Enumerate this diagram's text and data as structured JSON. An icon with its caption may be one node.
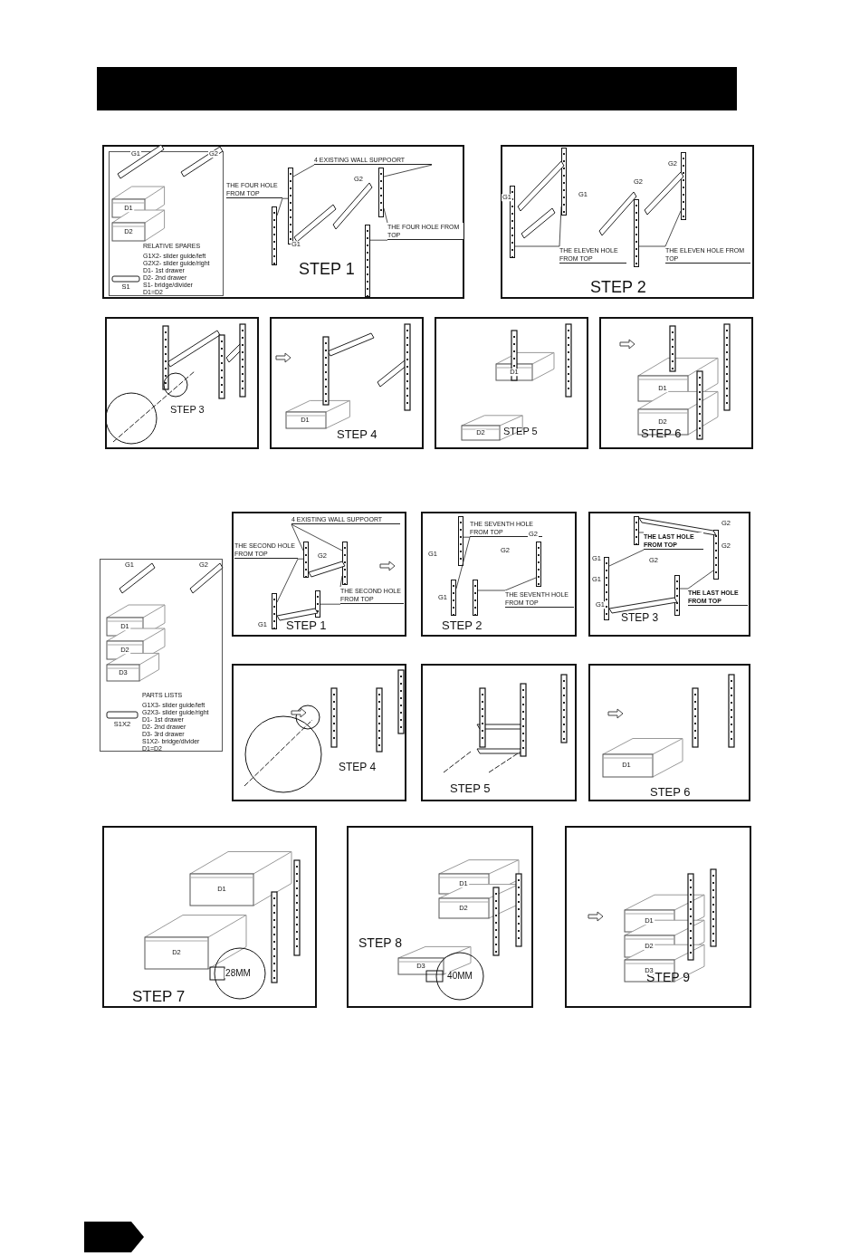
{
  "diagram": {
    "nodes": [
      {
        "text": [
          "STEP 1"
        ]
      },
      {
        "text": [
          "RELATIVE SPARES",
          "G1X2- slider guide/left",
          "G2X2- slider guide/right",
          "D1- 1st drawer",
          "D2- 2nd drawer",
          "S1- bridge/divider",
          "D1=D2"
        ],
        "in": 0
      },
      {
        "text": [
          "4 EXISTING WALL SUPPOORT"
        ],
        "in": 0
      },
      {
        "text": [
          "THE FOUR HOLE FROM TOP"
        ],
        "in": 0
      },
      {
        "text": [
          "THE FOUR HOLE FROM TOP"
        ],
        "in": 0
      },
      {
        "text": [
          "STEP 2"
        ]
      },
      {
        "text": [
          "THE ELEVEN HOLE FROM TOP"
        ],
        "in": 5
      },
      {
        "text": [
          "THE ELEVEN HOLE FROM TOP"
        ],
        "in": 5
      },
      {
        "text": [
          "STEP 3"
        ]
      },
      {
        "text": [
          "STEP 4"
        ]
      },
      {
        "text": [
          "STEP 5"
        ]
      },
      {
        "text": [
          "STEP 6"
        ]
      },
      {
        "text": [
          "PARTS LISTS",
          "G1X3- slider guide/left",
          "G2X3- slider guide/right",
          "D1- 1st drawer",
          "D2- 2nd drawer",
          "D3- 3rd drawer",
          "S1X2- bridge/divider",
          "D1=D2"
        ]
      },
      {
        "text": [
          "STEP 1"
        ]
      },
      {
        "text": [
          "4 EXISTING WALL SUPPOORT"
        ],
        "in": 13
      },
      {
        "text": [
          "THE SECOND HOLE FROM TOP"
        ],
        "in": 13
      },
      {
        "text": [
          "THE SECOND HOLE FROM TOP"
        ],
        "in": 13
      },
      {
        "text": [
          "STEP 2"
        ]
      },
      {
        "text": [
          "THE SEVENTH HOLE FROM TOP"
        ],
        "in": 17
      },
      {
        "text": [
          "THE SEVENTH HOLE FROM TOP"
        ],
        "in": 17
      },
      {
        "text": [
          "STEP 3"
        ]
      },
      {
        "text": [
          "THE LAST HOLE FROM TOP"
        ],
        "in": 20
      },
      {
        "text": [
          "THE LAST HOLE FROM TOP"
        ],
        "in": 20
      },
      {
        "text": [
          "STEP 4"
        ]
      },
      {
        "text": [
          "STEP 5"
        ]
      },
      {
        "text": [
          "STEP 6"
        ]
      },
      {
        "text": [
          "STEP 7"
        ]
      },
      {
        "text": [
          "STEP 8"
        ]
      },
      {
        "text": [
          "STEP 9"
        ]
      },
      {
        "text": [],
        "shape": "bar"
      },
      {
        "text": [],
        "shape": "box"
      },
      {
        "text": [],
        "shape": "bar",
        "in": 0
      },
      {
        "text": [],
        "shape": "bar",
        "in": 0
      },
      {
        "text": [],
        "shape": "bar",
        "in": 0
      },
      {
        "text": [],
        "shape": "bar",
        "in": 0
      },
      {
        "text": [],
        "shape": "bar",
        "in": 5
      },
      {
        "text": [],
        "shape": "bar",
        "in": 5
      },
      {
        "text": [],
        "shape": "bar",
        "in": 5
      },
      {
        "text": [],
        "shape": "bar",
        "in": 5
      },
      {
        "text": [],
        "shape": "bar",
        "in": 13
      },
      {
        "text": [],
        "shape": "bar",
        "in": 13
      },
      {
        "text": [],
        "shape": "bar",
        "in": 13
      },
      {
        "text": [],
        "shape": "bar",
        "in": 13
      },
      {
        "text": [],
        "shape": "bar",
        "in": 17
      },
      {
        "text": [],
        "shape": "bar",
        "in": 17
      },
      {
        "text": [],
        "shape": "bar",
        "in": 17
      },
      {
        "text": [],
        "shape": "bar",
        "in": 17
      },
      {
        "text": [],
        "shape": "bar",
        "in": 20
      },
      {
        "text": [],
        "shape": "bar",
        "in": 20
      },
      {
        "text": [],
        "shape": "bar",
        "in": 20
      },
      {
        "text": [],
        "shape": "bar",
        "in": 20
      }
    ],
    "edges": [
      {
        "from": 2,
        "to": 31,
        "arrow": "none"
      },
      {
        "from": 2,
        "to": 33,
        "arrow": "none"
      },
      {
        "from": 3,
        "to": 31,
        "arrow": "none"
      },
      {
        "from": 3,
        "to": 32,
        "arrow": "none"
      },
      {
        "from": 4,
        "to": 33,
        "arrow": "none"
      },
      {
        "from": 4,
        "to": 34,
        "arrow": "none"
      },
      {
        "from": 6,
        "to": 35,
        "arrow": "none"
      },
      {
        "from": 6,
        "to": 36,
        "arrow": "none"
      },
      {
        "from": 7,
        "to": 37,
        "arrow": "none"
      },
      {
        "from": 7,
        "to": 38,
        "arrow": "none"
      },
      {
        "from": 14,
        "to": 39,
        "arrow": "none"
      },
      {
        "from": 14,
        "to": 41,
        "arrow": "none"
      },
      {
        "from": 15,
        "to": 39,
        "arrow": "none"
      },
      {
        "from": 15,
        "to": 40,
        "arrow": "none"
      },
      {
        "from": 16,
        "to": 41,
        "arrow": "none"
      },
      {
        "from": 16,
        "to": 42,
        "arrow": "none"
      },
      {
        "from": 18,
        "to": 44,
        "arrow": "none"
      },
      {
        "from": 18,
        "to": 43,
        "arrow": "none"
      },
      {
        "from": 19,
        "to": 45,
        "arrow": "none"
      },
      {
        "from": 19,
        "to": 46,
        "arrow": "none"
      },
      {
        "from": 21,
        "to": 48,
        "arrow": "none"
      },
      {
        "from": 21,
        "to": 47,
        "arrow": "none"
      },
      {
        "from": 22,
        "to": 50,
        "arrow": "none"
      },
      {
        "from": 22,
        "to": 49,
        "arrow": "none"
      }
    ],
    "labels": [
      "G1",
      "G2",
      "D1",
      "D2",
      "S1",
      "G2",
      "G1",
      "G1",
      "G1",
      "G2",
      "G2",
      "D1",
      "D1",
      "D2",
      "D1",
      "D2",
      "G1",
      "G2",
      "D1",
      "D2",
      "D3",
      "S1X2",
      "G1",
      "G2",
      "G1",
      "G1",
      "G2",
      "G2",
      "G2",
      "G2",
      "G2",
      "G1",
      "G1",
      "G1",
      "D1",
      "D1",
      "D2",
      "28MM",
      "D1",
      "D2",
      "D3",
      "40MM",
      "D1",
      "D2",
      "D3"
    ]
  }
}
